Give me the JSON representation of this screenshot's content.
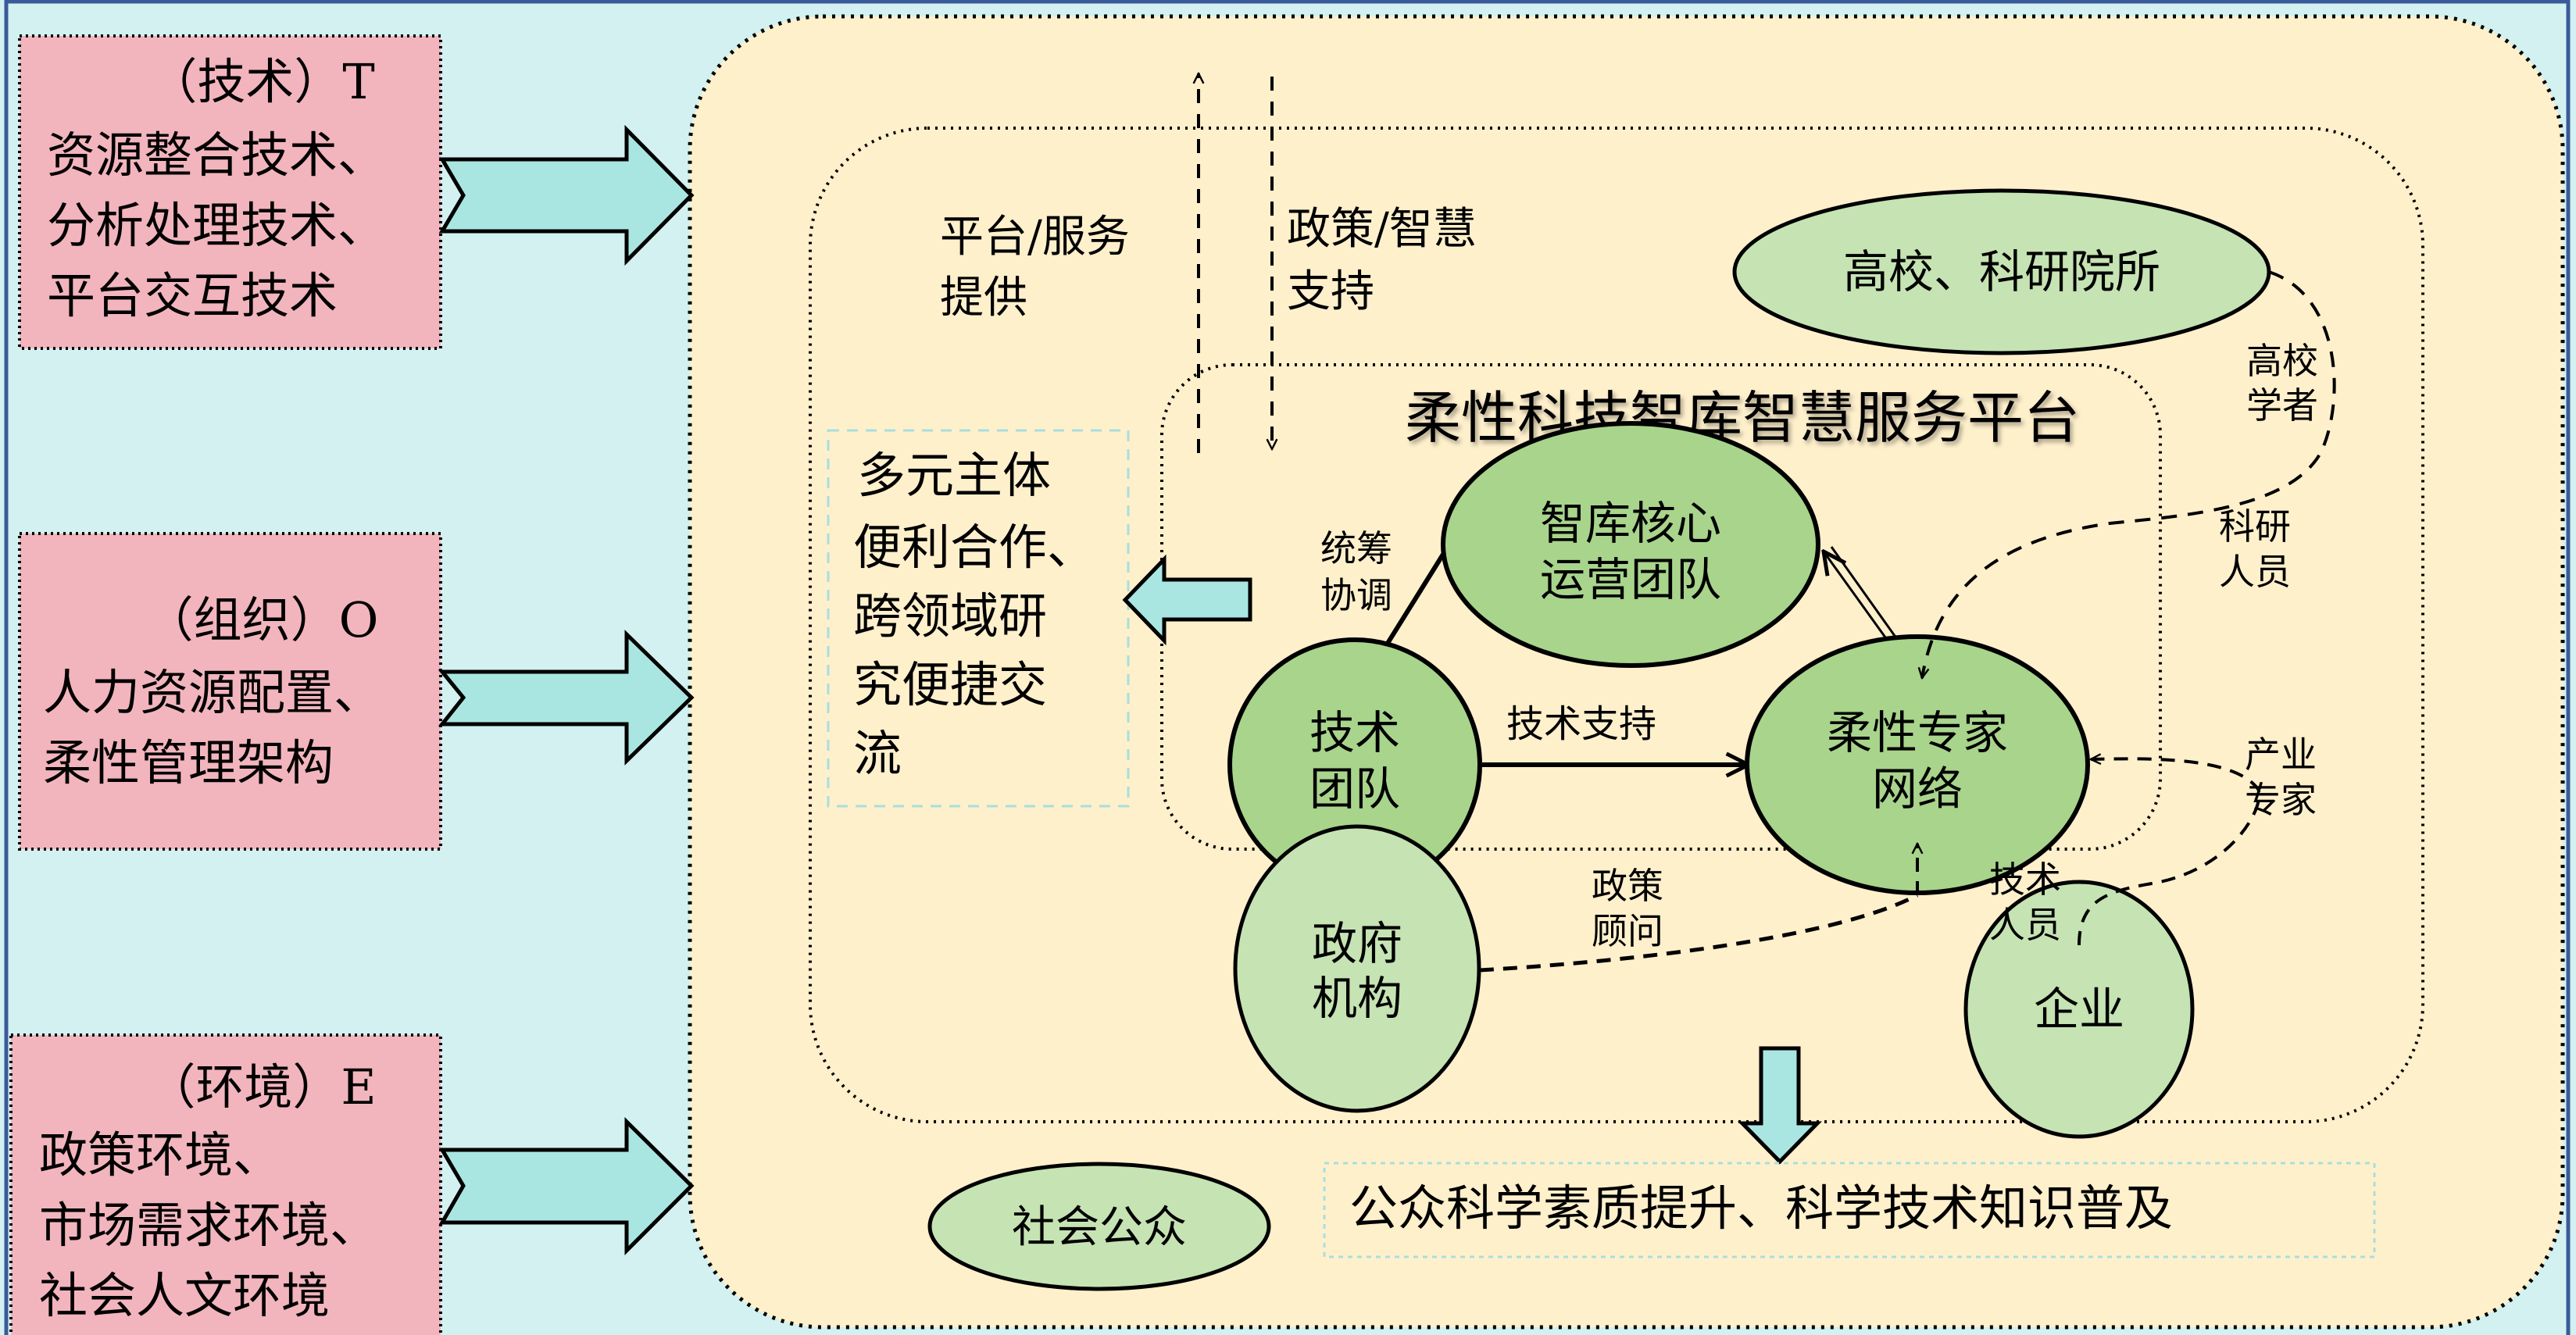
{
  "colors": {
    "background": "#d2f1f0",
    "frame_border": "#3a5a9a",
    "pink_box": "#f2b5bd",
    "outer_area": "#fff0cc",
    "block_arrow": "#a9e6e2",
    "ellipse_dark": "#a8d48c",
    "ellipse_light": "#c6e3b3",
    "teal_dash": "#a9dede"
  },
  "factors": [
    {
      "heading": "（技术）T",
      "lines": [
        "资源整合技术、",
        "分析处理技术、",
        "平台交互技术"
      ]
    },
    {
      "heading": "（组织）O",
      "lines": [
        "人力资源配置、",
        "柔性管理架构"
      ]
    },
    {
      "heading": "（环境）E",
      "lines": [
        "政策环境、",
        "市场需求环境、",
        "社会人文环境"
      ]
    }
  ],
  "flows": {
    "up_label": [
      "平台/服务",
      "提供"
    ],
    "down_label": [
      "政策/智慧",
      "支持"
    ]
  },
  "benefit_box": {
    "lines": [
      "多元主体",
      "便利合作、",
      "跨领域研",
      "究便捷交",
      "流"
    ]
  },
  "platform": {
    "title": "柔性科技智库智慧服务平台",
    "core": [
      "智库核心",
      "运营团队"
    ],
    "tech_team": [
      "技术",
      "团队"
    ],
    "expert_network": [
      "柔性专家",
      "网络"
    ],
    "edge_coordinate": [
      "统筹",
      "协调"
    ],
    "edge_tech_support": "技术支持"
  },
  "external": {
    "universities": "高校、科研院所",
    "government": [
      "政府",
      "机构"
    ],
    "enterprise": "企业",
    "public": "社会公众"
  },
  "edge_labels": {
    "scholars": [
      "高校",
      "学者"
    ],
    "researchers": [
      "科研",
      "人员"
    ],
    "industry_experts": [
      "产业",
      "专家"
    ],
    "technicians": [
      "技术",
      "人员"
    ],
    "policy_advisors": [
      "政策",
      "顾问"
    ]
  },
  "outcome": "公众科学素质提升、科学技术知识普及"
}
